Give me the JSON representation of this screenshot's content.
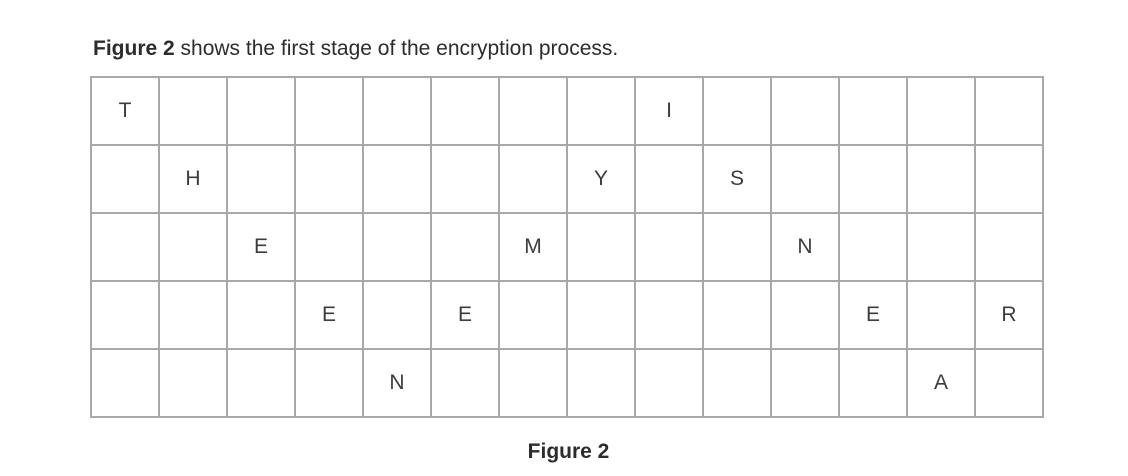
{
  "heading": {
    "figure_label": "Figure 2",
    "rest_of_sentence": " shows the first stage of the encryption process."
  },
  "caption": "Figure 2",
  "grid": {
    "rows": 5,
    "cols": 14,
    "cells": [
      [
        "T",
        "",
        "",
        "",
        "",
        "",
        "",
        "",
        "I",
        "",
        "",
        "",
        "",
        ""
      ],
      [
        "",
        "H",
        "",
        "",
        "",
        "",
        "",
        "Y",
        "",
        "S",
        "",
        "",
        "",
        ""
      ],
      [
        "",
        "",
        "E",
        "",
        "",
        "",
        "M",
        "",
        "",
        "",
        "N",
        "",
        "",
        ""
      ],
      [
        "",
        "",
        "",
        "E",
        "",
        "E",
        "",
        "",
        "",
        "",
        "",
        "E",
        "",
        "R"
      ],
      [
        "",
        "",
        "",
        "",
        "N",
        "",
        "",
        "",
        "",
        "",
        "",
        "",
        "A",
        ""
      ]
    ]
  },
  "colors": {
    "grid_line": "#a7a9ac",
    "cell_text": "#3c3c3c",
    "heading_text": "#2e2b2c"
  }
}
